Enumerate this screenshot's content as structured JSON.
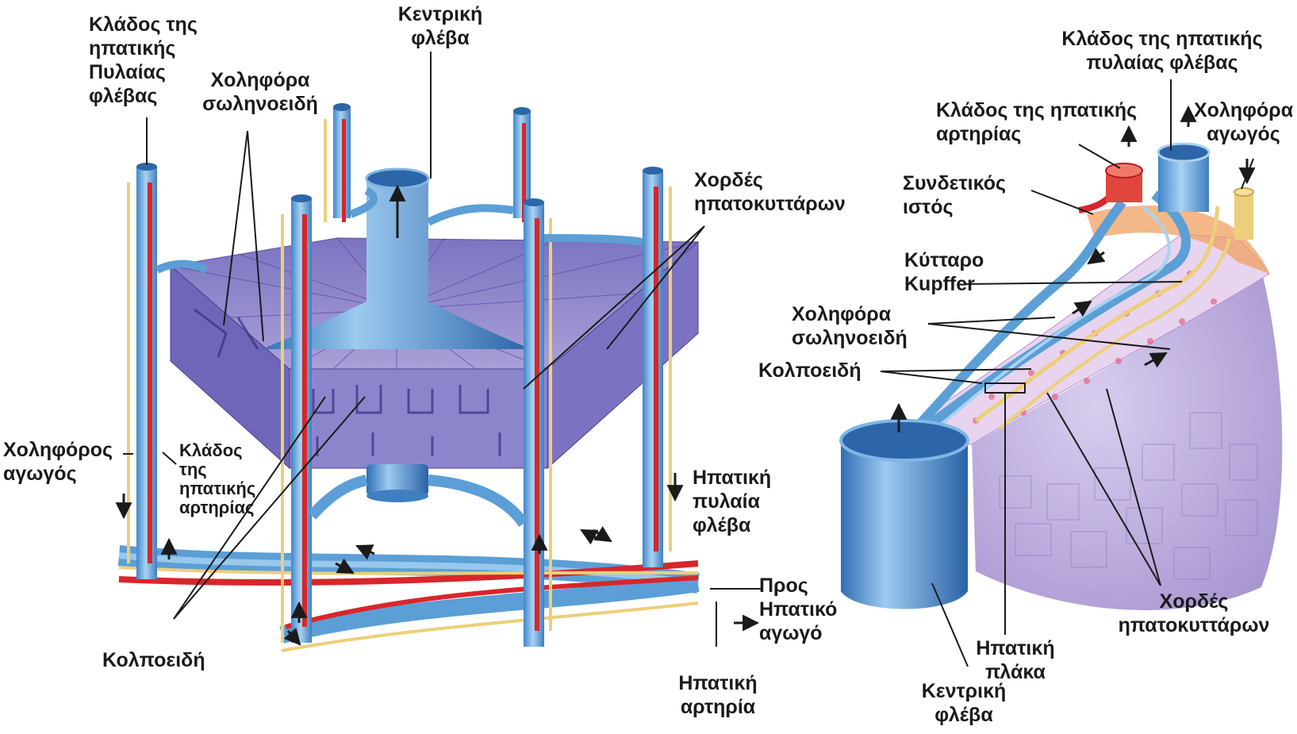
{
  "labels": {
    "portal_branch_left": [
      "Κλάδος της",
      "ηπατικής",
      "Πυλαίας",
      "φλέβας"
    ],
    "central_vein_top": [
      "Κεντρική",
      "φλέβα"
    ],
    "bile_canaliculi_left": [
      "Χοληφόρα",
      "σωληνοειδή"
    ],
    "cords_left": [
      "Χορδές",
      "ηπατοκυττάρων"
    ],
    "bile_duct_left": [
      "Χοληφόρος",
      "αγωγός"
    ],
    "arterial_branch_left": [
      "Κλάδος",
      "της",
      "ηπατικής",
      "αρτηρίας"
    ],
    "portal_vein_left": [
      "Ηπατική",
      "πυλαία",
      "φλέβα"
    ],
    "to_hepatic_duct": [
      "Προς",
      "Ηπατικό",
      "αγωγό"
    ],
    "sinusoids_left": "Κολποειδή",
    "hepatic_artery_left": [
      "Ηπατική",
      "αρτηρία"
    ],
    "portal_branch_right": [
      "Κλάδος της ηπατικής",
      "πυλαίας φλέβας"
    ],
    "arterial_branch_right": [
      "Κλάδος της ηπατικής",
      "αρτηρίας"
    ],
    "bile_duct_right": [
      "Χοληφόρα",
      "αγωγός"
    ],
    "connective_tissue": [
      "Συνδετικός",
      "ιστός"
    ],
    "kupffer_cell": [
      "Κύτταρο",
      "Kupffer"
    ],
    "bile_canaliculi_right": [
      "Χοληφόρα",
      "σωληνοειδή"
    ],
    "sinusoids_right": "Κολποειδή",
    "cords_right": [
      "Χορδές",
      "ηπατοκυττάρων"
    ],
    "hepatic_plate": [
      "Ηπατική",
      "πλάκα"
    ],
    "central_vein_bottom": [
      "Κεντρική",
      "φλέβα"
    ]
  },
  "colors": {
    "vein_blue": "#5b9fd6",
    "vein_light": "#a9d2f2",
    "artery_red": "#d8262b",
    "bile_yellow": "#eccf7a",
    "tissue_purple": "#8a82c8",
    "tissue_light": "#c9c0e6",
    "leader": "#1a1a1a"
  }
}
